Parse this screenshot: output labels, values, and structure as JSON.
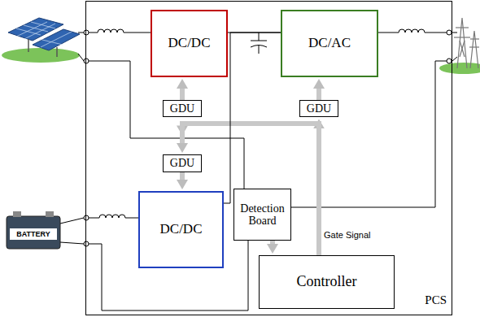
{
  "diagram": {
    "nodes": [
      {
        "text": [
          "PCS"
        ]
      },
      {
        "text": [
          "DC/DC"
        ],
        "in": 0
      },
      {
        "text": [
          "DC/AC"
        ],
        "in": 0
      },
      {
        "text": [
          "GDU"
        ],
        "in": 0
      },
      {
        "text": [
          "GDU"
        ],
        "in": 0
      },
      {
        "text": [
          "GDU"
        ],
        "in": 0
      },
      {
        "text": [
          "DC/DC"
        ],
        "in": 0
      },
      {
        "text": [
          "Detection Board"
        ],
        "in": 0
      },
      {
        "text": [
          "Controller"
        ],
        "in": 0
      }
    ],
    "edges": [
      {
        "from": 3,
        "to": 1,
        "arrow": "to"
      },
      {
        "from": 4,
        "to": 2,
        "arrow": "to"
      },
      {
        "from": 5,
        "to": 6,
        "arrow": "to"
      },
      {
        "from": 8,
        "to": 4,
        "arrow": "to",
        "label": "Gate Signal"
      },
      {
        "from": 8,
        "to": 3,
        "arrow": "to"
      },
      {
        "from": 8,
        "to": 5,
        "arrow": "to"
      },
      {
        "from": 7,
        "to": 8,
        "arrow": "to"
      },
      {
        "from": 1,
        "to": 2,
        "arrow": "none"
      },
      {
        "from": 6,
        "to": 2,
        "arrow": "none"
      }
    ],
    "labels": [
      "BATTERY"
    ]
  }
}
